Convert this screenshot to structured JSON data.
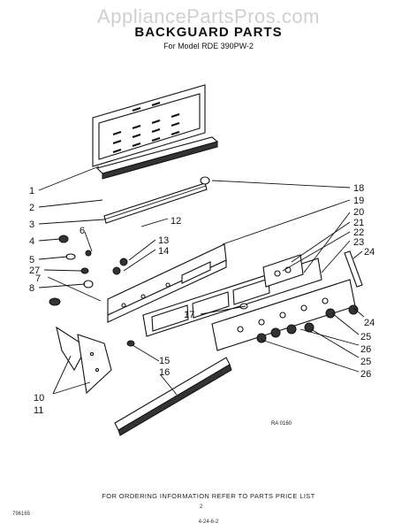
{
  "header": {
    "watermark": "AppliancePartsPros.com",
    "title": "BACKGUARD PARTS",
    "subtitle": "For Model RDE 390PW-2"
  },
  "figure_code": "RA 0160",
  "footer": {
    "note": "FOR ORDERING INFORMATION REFER TO PARTS PRICE LIST",
    "code_left": "796165",
    "code_mid": "2",
    "code_bottom": "4-24-6-2"
  },
  "callouts": {
    "left": [
      "1",
      "2",
      "3",
      "4",
      "5",
      "27",
      "7",
      "8",
      "10",
      "11"
    ],
    "center": [
      "6",
      "12",
      "13",
      "14",
      "17",
      "15",
      "16"
    ],
    "right": [
      "18",
      "19",
      "20",
      "21",
      "22",
      "23",
      "24",
      "24",
      "25",
      "26",
      "25",
      "26"
    ]
  }
}
